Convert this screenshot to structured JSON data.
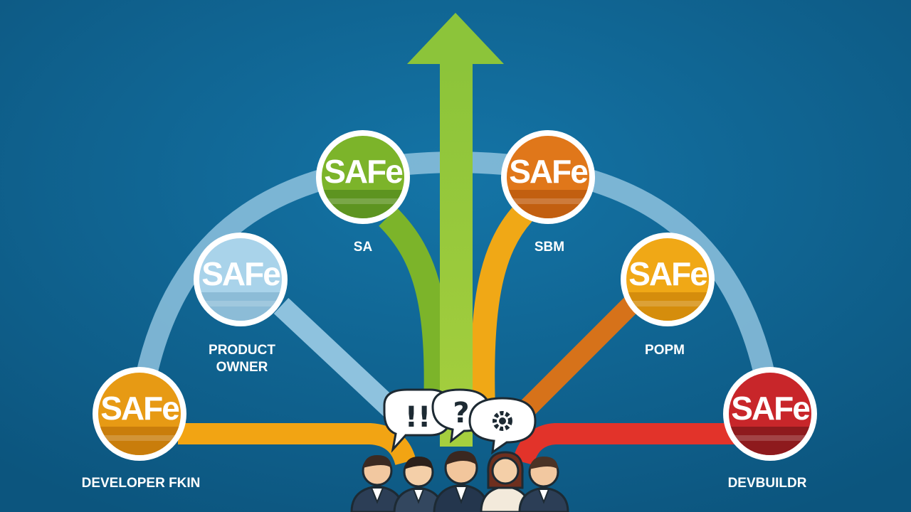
{
  "badge_text": "SAFe",
  "roles": [
    {
      "id": "developer",
      "label": "DEVELOPER FKIN",
      "badge_color": "#e79a14",
      "badge_dark": "#c97d0b"
    },
    {
      "id": "product-owner",
      "label_line1": "PRODUCT",
      "label_line2": "OWNER",
      "badge_color": "#a9d3ea",
      "badge_dark": "#8cbcd7"
    },
    {
      "id": "sa",
      "label": "SA",
      "badge_color": "#7cb42a",
      "badge_dark": "#5d9420"
    },
    {
      "id": "sbm",
      "label": "SBM",
      "badge_color": "#e0771a",
      "badge_dark": "#c25f10"
    },
    {
      "id": "popm",
      "label": "POPM",
      "badge_color": "#f0a816",
      "badge_dark": "#d58d0c"
    },
    {
      "id": "devbuild",
      "label": "DEVBUILDR",
      "badge_color": "#c8262a",
      "badge_dark": "#8e1a1d"
    }
  ],
  "speech_bubbles": [
    {
      "id": "exclamation",
      "text": "!!"
    },
    {
      "id": "question",
      "text": "?"
    },
    {
      "id": "gear",
      "icon": "gear-icon"
    }
  ],
  "arrow_color": "#8cc43a",
  "background_color": "#0f5f8c",
  "team_icon": "team-people-icon"
}
